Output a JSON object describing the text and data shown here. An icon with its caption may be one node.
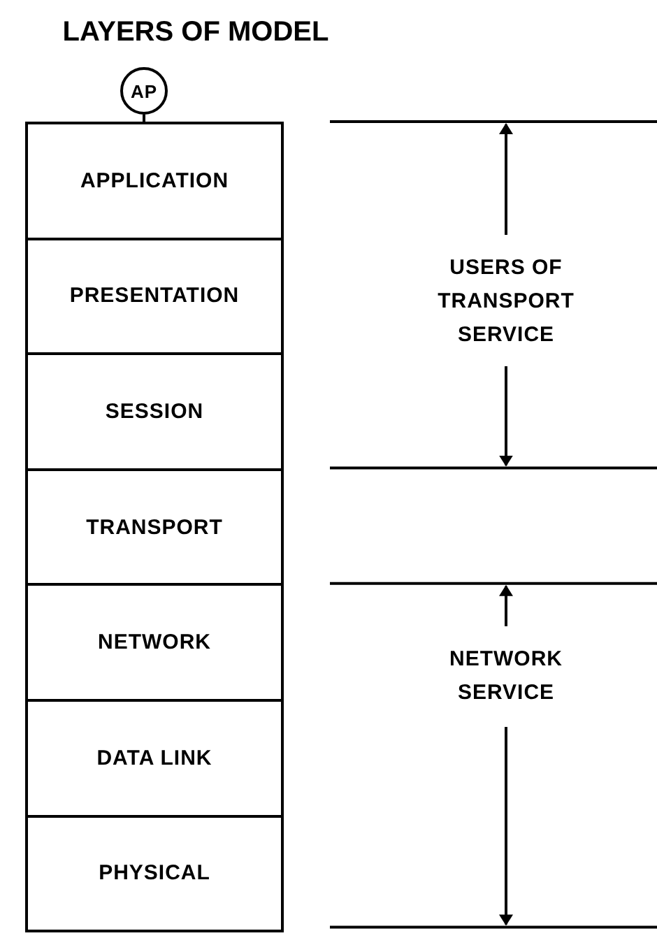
{
  "diagram": {
    "title": "LAYERS OF MODEL",
    "nodes": [
      {
        "text": [
          "AP"
        ]
      },
      {
        "text": [
          "APPLICATION"
        ]
      },
      {
        "text": [
          "PRESENTATION"
        ]
      },
      {
        "text": [
          "SESSION"
        ]
      },
      {
        "text": [
          "TRANSPORT"
        ]
      },
      {
        "text": [
          "NETWORK"
        ]
      },
      {
        "text": [
          "DATA LINK"
        ]
      },
      {
        "text": [
          "PHYSICAL"
        ]
      }
    ],
    "edges": [
      {
        "from": 0,
        "to": 1,
        "arrow": "none"
      }
    ],
    "labels": [
      "USERS OF TRANSPORT SERVICE",
      "NETWORK SERVICE"
    ]
  }
}
